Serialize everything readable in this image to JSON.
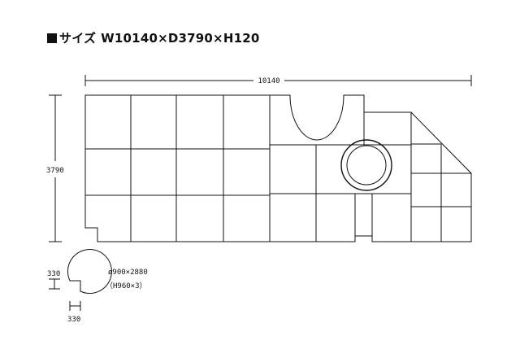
{
  "title": {
    "marker": "■",
    "label": "サイズ",
    "dimensions": "W10140×D3790×H120"
  },
  "dimensions": {
    "width_label": "10140",
    "depth_label": "3790",
    "arc_offset_label": "330",
    "arc_width_label": "330"
  },
  "arc_spec": {
    "line1": "ø900×2880",
    "line2": "（H960×3）"
  }
}
